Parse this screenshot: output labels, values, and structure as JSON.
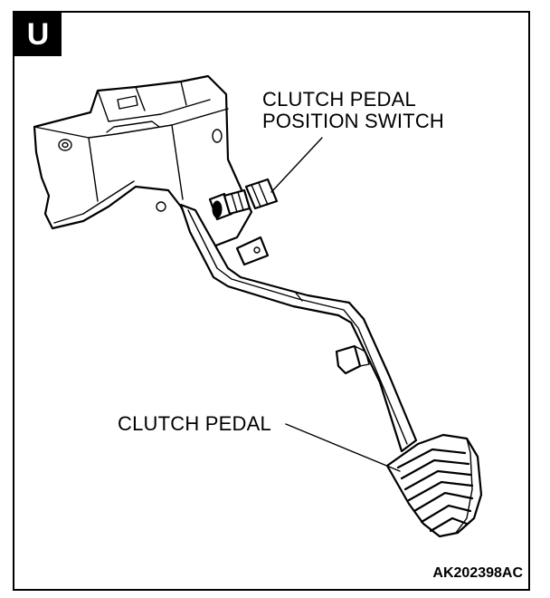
{
  "badge": "U",
  "labels": {
    "switch_line1": "CLUTCH PEDAL",
    "switch_line2": "POSITION SWITCH",
    "pedal": "CLUTCH PEDAL"
  },
  "reference_code": "AK202398AC"
}
